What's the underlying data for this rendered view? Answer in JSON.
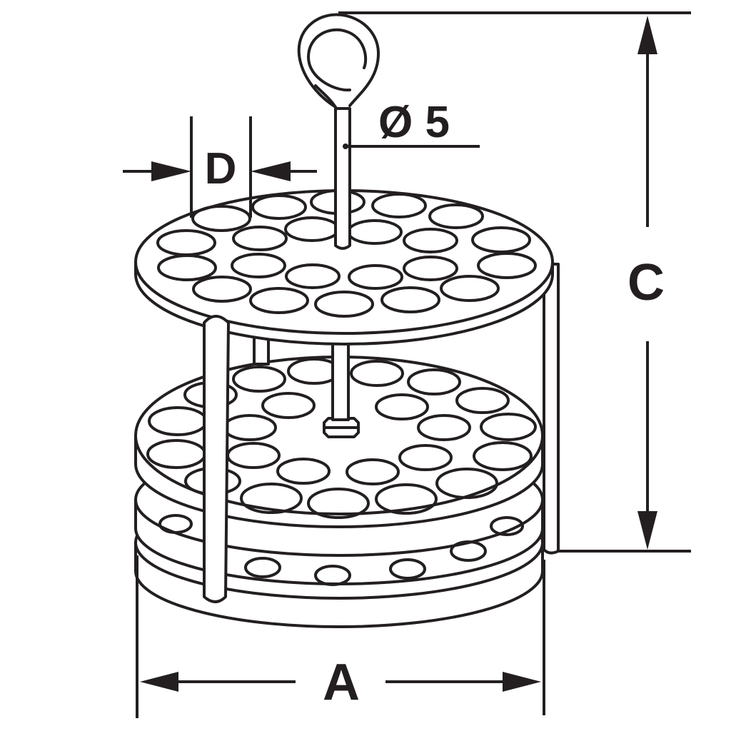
{
  "diagram": {
    "labels": {
      "d": "D",
      "diameter": "Ø 5",
      "c": "C",
      "a": "A"
    },
    "colors": {
      "line": "#231f20",
      "background": "#ffffff"
    }
  }
}
